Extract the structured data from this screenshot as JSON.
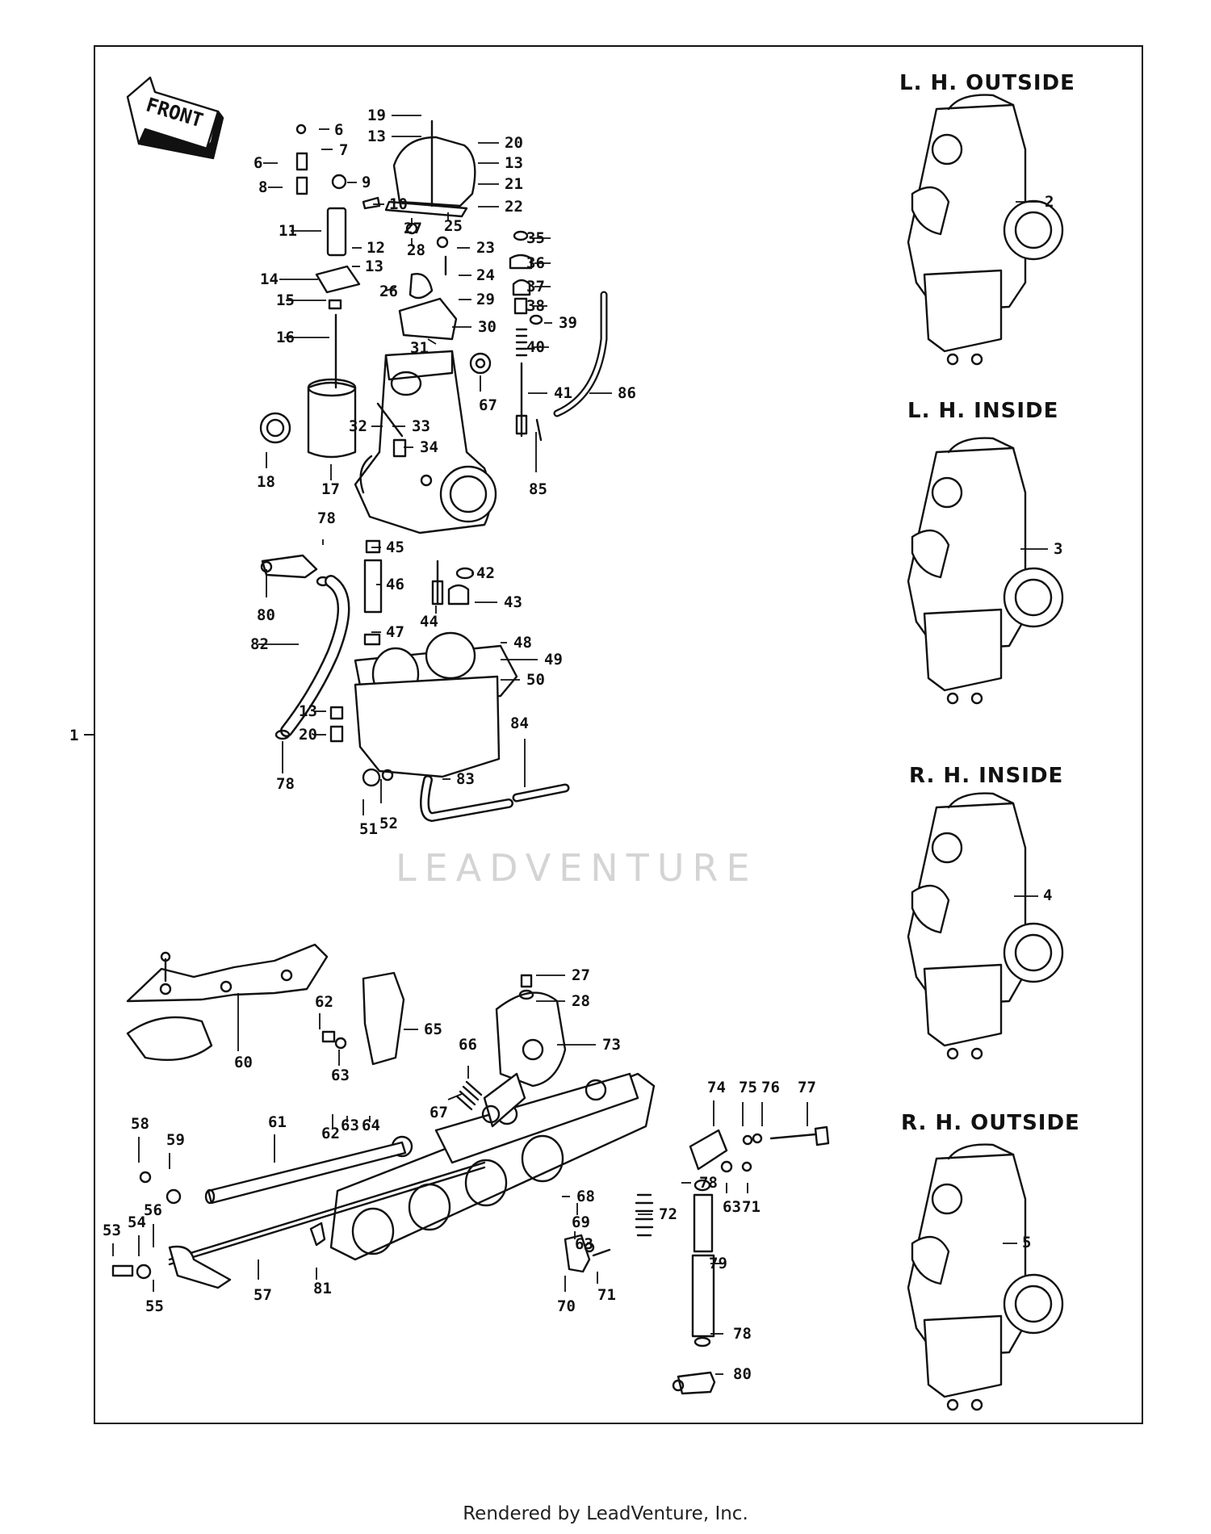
{
  "front_arrow": "FRONT",
  "assembly_ref": "1",
  "views": [
    {
      "title": "L. H.   OUTSIDE",
      "ref": "2"
    },
    {
      "title": "L. H.   INSIDE",
      "ref": "3"
    },
    {
      "title": "R. H.   INSIDE",
      "ref": "4"
    },
    {
      "title": "R. H.   OUTSIDE",
      "ref": "5"
    }
  ],
  "watermark": "LEADVENTURE",
  "footer": "Rendered by LeadVenture, Inc.",
  "callouts": [
    "6",
    "7",
    "6",
    "8",
    "9",
    "10",
    "11",
    "12",
    "13",
    "14",
    "15",
    "16",
    "17",
    "18",
    "19",
    "13",
    "20",
    "13",
    "21",
    "22",
    "27",
    "28",
    "25",
    "23",
    "24",
    "29",
    "26",
    "30",
    "31",
    "35",
    "36",
    "37",
    "38",
    "39",
    "40",
    "67",
    "41",
    "86",
    "32",
    "33",
    "34",
    "85",
    "78",
    "80",
    "45",
    "46",
    "44",
    "42",
    "43",
    "47",
    "48",
    "49",
    "50",
    "82",
    "13",
    "20",
    "78",
    "84",
    "83",
    "51",
    "52",
    "60",
    "27",
    "28",
    "62",
    "65",
    "73",
    "63",
    "66",
    "67",
    "62",
    "63",
    "64",
    "61",
    "74",
    "75",
    "76",
    "77",
    "58",
    "59",
    "68",
    "69",
    "78",
    "63",
    "71",
    "72",
    "53",
    "54",
    "56",
    "55",
    "57",
    "81",
    "63",
    "70",
    "71",
    "79",
    "78",
    "80"
  ]
}
